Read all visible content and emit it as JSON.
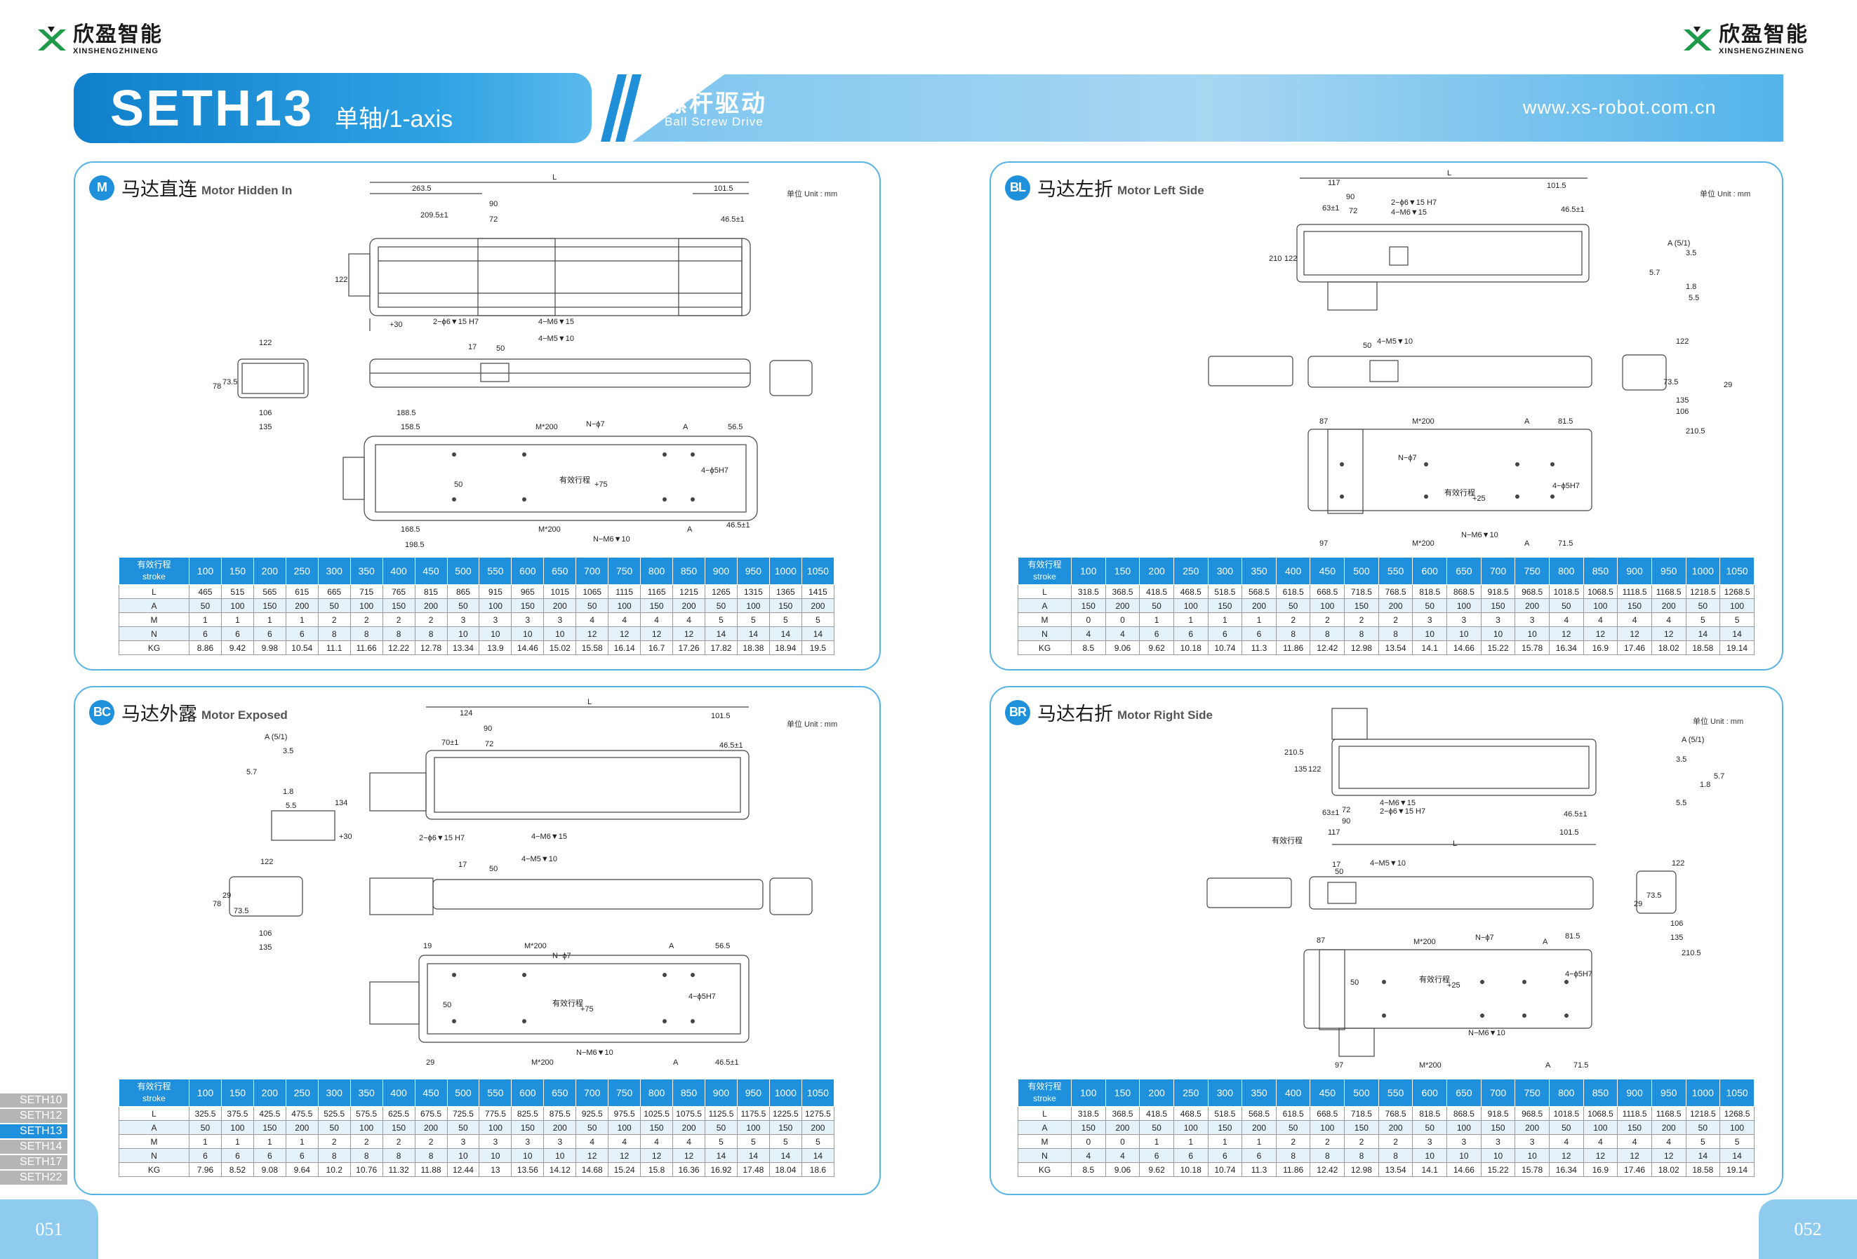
{
  "brand": {
    "name_cn": "欣盈智能",
    "name_en": "XINSHENGZHINENG"
  },
  "banner": {
    "model": "SETH13",
    "axis": "单轴/1-axis",
    "drive_cn": "螺杆驱动",
    "drive_en": "Ball Screw Drive",
    "url": "www.xs-robot.com.cn"
  },
  "common": {
    "unit": "单位 Unit : mm",
    "stroke_header_cn": "有效行程",
    "stroke_header_en": "stroke",
    "strokes": [
      "100",
      "150",
      "200",
      "250",
      "300",
      "350",
      "400",
      "450",
      "500",
      "550",
      "600",
      "650",
      "700",
      "750",
      "800",
      "850",
      "900",
      "950",
      "1000",
      "1050"
    ]
  },
  "labels": {
    "travel": "有效行程",
    "n7": "N−ϕ7",
    "n6": "N−M6▼10",
    "dowel": "4−ϕ5H7",
    "m6": "4−M6▼15",
    "pin": "2−ϕ6▼15 H7",
    "m5": "4−M5▼10",
    "M200": "M*200",
    "L": "L",
    "A": "A",
    "detail_a": "A (5/1)"
  },
  "panels": {
    "M": {
      "code": "M",
      "title_cn": "马达直连",
      "title_en": "Motor Hidden In",
      "dims": {
        "d263": "263.5",
        "d101": "101.5",
        "d209": "209.5±1",
        "d90": "90",
        "d72": "72",
        "d465": "46.5±1",
        "d122": "122",
        "d30": "+30",
        "d17": "17",
        "d50": "50",
        "d735": "73.5",
        "d78": "78",
        "d106": "106",
        "d135": "135",
        "d188": "188.5",
        "d158": "158.5",
        "d565": "56.5",
        "d168": "168.5",
        "d198": "198.5",
        "d25": "+75",
        "d50b": "50"
      },
      "rows": [
        {
          "label": "L",
          "values": [
            "465",
            "515",
            "565",
            "615",
            "665",
            "715",
            "765",
            "815",
            "865",
            "915",
            "965",
            "1015",
            "1065",
            "1115",
            "1165",
            "1215",
            "1265",
            "1315",
            "1365",
            "1415"
          ]
        },
        {
          "label": "A",
          "values": [
            "50",
            "100",
            "150",
            "200",
            "50",
            "100",
            "150",
            "200",
            "50",
            "100",
            "150",
            "200",
            "50",
            "100",
            "150",
            "200",
            "50",
            "100",
            "150",
            "200"
          ]
        },
        {
          "label": "M",
          "values": [
            "1",
            "1",
            "1",
            "1",
            "2",
            "2",
            "2",
            "2",
            "3",
            "3",
            "3",
            "3",
            "4",
            "4",
            "4",
            "4",
            "5",
            "5",
            "5",
            "5"
          ]
        },
        {
          "label": "N",
          "values": [
            "6",
            "6",
            "6",
            "6",
            "8",
            "8",
            "8",
            "8",
            "10",
            "10",
            "10",
            "10",
            "12",
            "12",
            "12",
            "12",
            "14",
            "14",
            "14",
            "14"
          ]
        },
        {
          "label": "KG",
          "values": [
            "8.86",
            "9.42",
            "9.98",
            "10.54",
            "11.1",
            "11.66",
            "12.22",
            "12.78",
            "13.34",
            "13.9",
            "14.46",
            "15.02",
            "15.58",
            "16.14",
            "16.7",
            "17.26",
            "17.82",
            "18.38",
            "18.94",
            "19.5"
          ]
        }
      ]
    },
    "BL": {
      "code": "BL",
      "title_cn": "马达左折",
      "title_en": "Motor Left Side",
      "dims": {
        "d117": "117",
        "d101": "101.5",
        "d90": "90",
        "d72": "72",
        "d63": "63±1",
        "d465": "46.5±1",
        "d210": "210",
        "d122": "122",
        "d122b": "122",
        "d50": "50",
        "d35": "3.5",
        "d18": "1.8",
        "d55": "5.5",
        "d57": "5.7",
        "d87": "87",
        "d815": "81.5",
        "d97": "97",
        "d715": "71.5",
        "d135": "135",
        "d2105": "210.5",
        "d106": "106",
        "d29": "29",
        "d735": "73.5",
        "d25": "+25"
      },
      "rows": [
        {
          "label": "L",
          "values": [
            "318.5",
            "368.5",
            "418.5",
            "468.5",
            "518.5",
            "568.5",
            "618.5",
            "668.5",
            "718.5",
            "768.5",
            "818.5",
            "868.5",
            "918.5",
            "968.5",
            "1018.5",
            "1068.5",
            "1118.5",
            "1168.5",
            "1218.5",
            "1268.5"
          ]
        },
        {
          "label": "A",
          "values": [
            "150",
            "200",
            "50",
            "100",
            "150",
            "200",
            "50",
            "100",
            "150",
            "200",
            "50",
            "100",
            "150",
            "200",
            "50",
            "100",
            "150",
            "200",
            "50",
            "100"
          ]
        },
        {
          "label": "M",
          "values": [
            "0",
            "0",
            "1",
            "1",
            "1",
            "1",
            "2",
            "2",
            "2",
            "2",
            "3",
            "3",
            "3",
            "3",
            "4",
            "4",
            "4",
            "4",
            "5",
            "5"
          ]
        },
        {
          "label": "N",
          "values": [
            "4",
            "4",
            "6",
            "6",
            "6",
            "6",
            "8",
            "8",
            "8",
            "8",
            "10",
            "10",
            "10",
            "10",
            "12",
            "12",
            "12",
            "12",
            "14",
            "14"
          ]
        },
        {
          "label": "KG",
          "values": [
            "8.5",
            "9.06",
            "9.62",
            "10.18",
            "10.74",
            "11.3",
            "11.86",
            "12.42",
            "12.98",
            "13.54",
            "14.1",
            "14.66",
            "15.22",
            "15.78",
            "16.34",
            "16.9",
            "17.46",
            "18.02",
            "18.58",
            "19.14"
          ]
        }
      ]
    },
    "BC": {
      "code": "BC",
      "title_cn": "马达外露",
      "title_en": "Motor Exposed",
      "dims": {
        "d124": "124",
        "d101": "101.5",
        "d90": "90",
        "d70": "70±1",
        "d72": "72",
        "d465": "46.5±1",
        "d134": "134",
        "d30": "+30",
        "d122": "122",
        "d17": "17",
        "d50": "50",
        "d19": "19",
        "d565": "56.5",
        "d29": "29",
        "d735": "73.5",
        "d78": "78",
        "d106": "106",
        "d135": "135",
        "d35": "3.5",
        "d18": "1.8",
        "d55": "5.5",
        "d57": "5.7",
        "d25": "+75"
      },
      "rows": [
        {
          "label": "L",
          "values": [
            "325.5",
            "375.5",
            "425.5",
            "475.5",
            "525.5",
            "575.5",
            "625.5",
            "675.5",
            "725.5",
            "775.5",
            "825.5",
            "875.5",
            "925.5",
            "975.5",
            "1025.5",
            "1075.5",
            "1125.5",
            "1175.5",
            "1225.5",
            "1275.5"
          ]
        },
        {
          "label": "A",
          "values": [
            "50",
            "100",
            "150",
            "200",
            "50",
            "100",
            "150",
            "200",
            "50",
            "100",
            "150",
            "200",
            "50",
            "100",
            "150",
            "200",
            "50",
            "100",
            "150",
            "200"
          ]
        },
        {
          "label": "M",
          "values": [
            "1",
            "1",
            "1",
            "1",
            "2",
            "2",
            "2",
            "2",
            "3",
            "3",
            "3",
            "3",
            "4",
            "4",
            "4",
            "4",
            "5",
            "5",
            "5",
            "5"
          ]
        },
        {
          "label": "N",
          "values": [
            "6",
            "6",
            "6",
            "6",
            "8",
            "8",
            "8",
            "8",
            "10",
            "10",
            "10",
            "10",
            "12",
            "12",
            "12",
            "12",
            "14",
            "14",
            "14",
            "14"
          ]
        },
        {
          "label": "KG",
          "values": [
            "7.96",
            "8.52",
            "9.08",
            "9.64",
            "10.2",
            "10.76",
            "11.32",
            "11.88",
            "12.44",
            "13",
            "13.56",
            "14.12",
            "14.68",
            "15.24",
            "15.8",
            "16.36",
            "16.92",
            "17.48",
            "18.04",
            "18.6"
          ]
        }
      ]
    },
    "BR": {
      "code": "BR",
      "title_cn": "马达右折",
      "title_en": "Motor Right Side",
      "dims": {
        "d2105": "210.5",
        "d135": "135",
        "d122": "122",
        "d63": "63±1",
        "d72": "72",
        "d90": "90",
        "d117": "117",
        "d101": "101.5",
        "d465": "46.5±1",
        "d17": "17",
        "d50": "50",
        "d122b": "122",
        "d29": "29",
        "d735": "73.5",
        "d106": "106",
        "d135b": "135",
        "d2105b": "210.5",
        "d87": "87",
        "d815": "81.5",
        "d97": "97",
        "d715": "71.5",
        "d35": "3.5",
        "d18": "1.8",
        "d55": "5.5",
        "d57": "5.7",
        "d25": "+25"
      },
      "rows": [
        {
          "label": "L",
          "values": [
            "318.5",
            "368.5",
            "418.5",
            "468.5",
            "518.5",
            "568.5",
            "618.5",
            "668.5",
            "718.5",
            "768.5",
            "818.5",
            "868.5",
            "918.5",
            "968.5",
            "1018.5",
            "1068.5",
            "1118.5",
            "1168.5",
            "1218.5",
            "1268.5"
          ]
        },
        {
          "label": "A",
          "values": [
            "150",
            "200",
            "50",
            "100",
            "150",
            "200",
            "50",
            "100",
            "150",
            "200",
            "50",
            "100",
            "150",
            "200",
            "50",
            "100",
            "150",
            "200",
            "50",
            "100"
          ]
        },
        {
          "label": "M",
          "values": [
            "0",
            "0",
            "1",
            "1",
            "1",
            "1",
            "2",
            "2",
            "2",
            "2",
            "3",
            "3",
            "3",
            "3",
            "4",
            "4",
            "4",
            "4",
            "5",
            "5"
          ]
        },
        {
          "label": "N",
          "values": [
            "4",
            "4",
            "6",
            "6",
            "6",
            "6",
            "8",
            "8",
            "8",
            "8",
            "10",
            "10",
            "10",
            "10",
            "12",
            "12",
            "12",
            "12",
            "14",
            "14"
          ]
        },
        {
          "label": "KG",
          "values": [
            "8.5",
            "9.06",
            "9.62",
            "10.18",
            "10.74",
            "11.3",
            "11.86",
            "12.42",
            "12.98",
            "13.54",
            "14.1",
            "14.66",
            "15.22",
            "15.78",
            "16.34",
            "16.9",
            "17.46",
            "18.02",
            "18.58",
            "19.14"
          ]
        }
      ]
    }
  },
  "sidenav": [
    {
      "label": "SETH10",
      "active": false
    },
    {
      "label": "SETH12",
      "active": false
    },
    {
      "label": "SETH13",
      "active": true
    },
    {
      "label": "SETH14",
      "active": false
    },
    {
      "label": "SETH17",
      "active": false
    },
    {
      "label": "SETH22",
      "active": false
    }
  ],
  "pages": {
    "left": "051",
    "right": "052"
  }
}
